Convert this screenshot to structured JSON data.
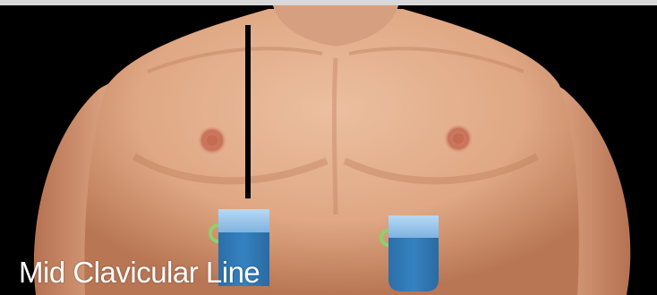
{
  "caption": "Mid Clavicular Line",
  "icons": {
    "torso": "bare-male-torso-illustration",
    "guide_line": "vertical-marker-line",
    "electrode_left": "ecg-electrode-pad",
    "electrode_right": "ecg-electrode-pad",
    "snap_left": "electrode-snap-ring",
    "snap_right": "electrode-snap-ring"
  },
  "colors": {
    "background": "#000000",
    "skin": "#e2ad8a",
    "skin_shadow": "#b8795a",
    "nipple": "#c8745a",
    "electrode_body": "#2f7ab8",
    "electrode_top": "#9cc7ee",
    "electrode_ring": "#8fd06a",
    "guide_line": "#000000",
    "caption_text": "#ffffff"
  }
}
